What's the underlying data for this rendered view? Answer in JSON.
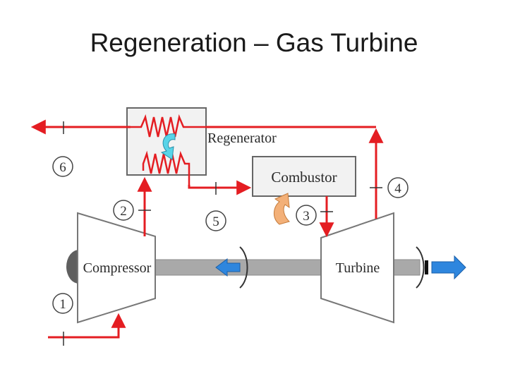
{
  "title": "Regeneration – Gas Turbine",
  "components": {
    "regenerator": "Regenerator",
    "combustor": "Combustor",
    "compressor": "Compressor",
    "turbine": "Turbine"
  },
  "states": [
    "1",
    "2",
    "3",
    "4",
    "5",
    "6"
  ],
  "colors": {
    "flow": "#e41d22",
    "box_border": "#666666",
    "box_fill": "#f2f2f2",
    "shaft": "#a9a9a9",
    "arrow_blue": "#2e86de",
    "heat_orange": "#f3b078",
    "heat_cyan": "#58d4e8"
  }
}
